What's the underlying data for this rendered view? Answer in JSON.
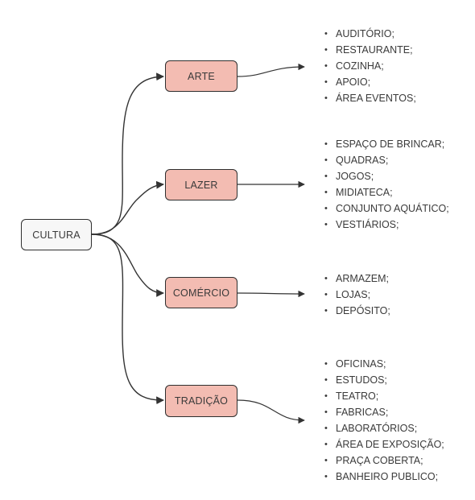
{
  "root": {
    "label": "CULTURA"
  },
  "branches": [
    {
      "label": "ARTE",
      "items": [
        "AUDITÓRIO;",
        "RESTAURANTE;",
        "COZINHA;",
        "APOIO;",
        "ÁREA EVENTOS;"
      ]
    },
    {
      "label": "LAZER",
      "items": [
        "ESPAÇO DE BRINCAR;",
        "QUADRAS;",
        "JOGOS;",
        "MIDIATECA;",
        "CONJUNTO AQUÁTICO;",
        "VESTIÁRIOS;"
      ]
    },
    {
      "label": "COMÉRCIO",
      "items": [
        "ARMAZEM;",
        "LOJAS;",
        "DEPÓSITO;"
      ]
    },
    {
      "label": "TRADIÇÃO",
      "items": [
        "OFICINAS;",
        "ESTUDOS;",
        "TEATRO;",
        "FABRICAS;",
        "LABORATÓRIOS;",
        "ÁREA DE EXPOSIÇÃO;",
        "PRAÇA COBERTA;",
        "BANHEIRO PUBLICO;"
      ]
    }
  ],
  "colors": {
    "branch_fill": "#f3bcb2",
    "root_fill": "#f7f7f7",
    "stroke": "#2f2f2f"
  }
}
